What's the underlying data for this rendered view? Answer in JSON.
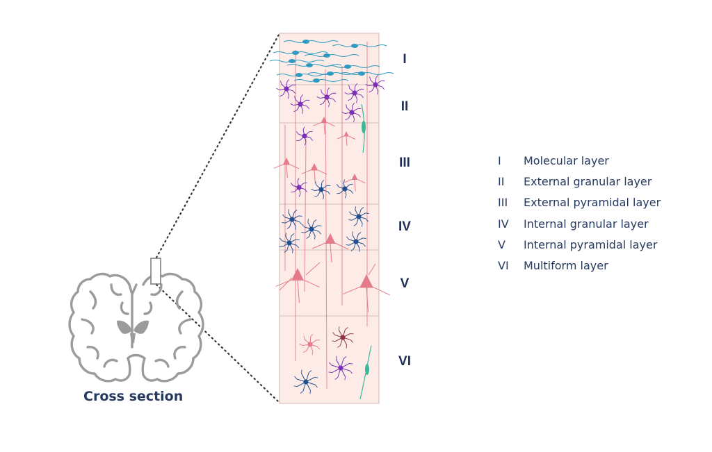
{
  "figure": {
    "caption": "Cross section",
    "layer_numerals": [
      "I",
      "II",
      "III",
      "IV",
      "V",
      "VI"
    ]
  },
  "legend": [
    {
      "numeral": "I",
      "name": "Molecular layer"
    },
    {
      "numeral": "II",
      "name": "External granular layer"
    },
    {
      "numeral": "III",
      "name": "External pyramidal layer"
    },
    {
      "numeral": "IV",
      "name": "Internal granular layer"
    },
    {
      "numeral": "V",
      "name": "Internal pyramidal layer"
    },
    {
      "numeral": "VI",
      "name": "Multiform layer"
    }
  ],
  "colors": {
    "text": "#26395f",
    "column_fill": "#fcebe7",
    "column_border": "#d9c0bb",
    "brain_outline": "#9b9b9b",
    "pyramidal_cell": "#e57a8a",
    "granule_cell_blue": "#22508f",
    "granule_cell_purple": "#7a2fb4",
    "horizontal_cell": "#2f9bc2",
    "fusiform_cell": "#3bb79a",
    "dark_cell": "#8e3346"
  }
}
